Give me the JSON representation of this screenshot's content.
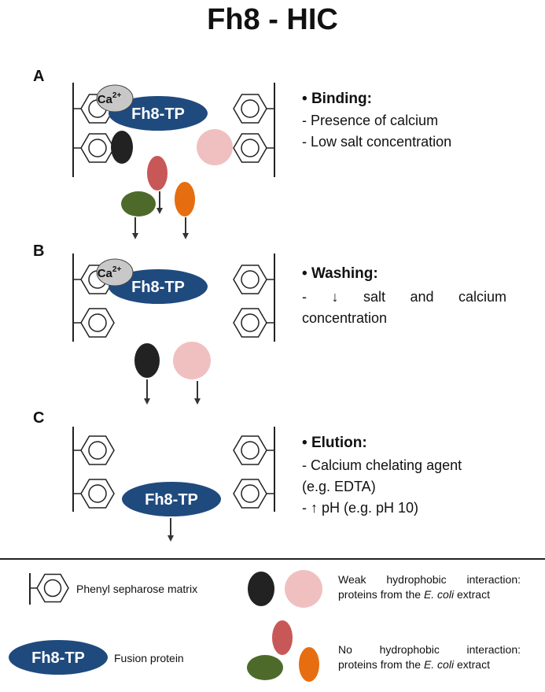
{
  "title": "Fh8 - HIC",
  "fusion_label": "Fh8-TP",
  "calcium": {
    "base": "Ca",
    "sup": "2+"
  },
  "steps": [
    {
      "letter": "A",
      "heading": "Binding:",
      "lines": [
        "- Presence of calcium",
        "- Low salt concentration"
      ]
    },
    {
      "letter": "B",
      "heading": "Washing:",
      "lines": [
        "- ↓ salt and calcium",
        "concentration"
      ]
    },
    {
      "letter": "C",
      "heading": "Elution:",
      "lines": [
        "- Calcium chelating agent",
        "(e.g. EDTA)",
        "- ↑ pH (e.g. pH 10)"
      ]
    }
  ],
  "legend": {
    "matrix": "Phenyl sepharose matrix",
    "fusion": "Fusion protein",
    "weak": {
      "line1": "Weak hydrophobic interaction:",
      "line2_pre": "proteins from the ",
      "line2_em": "E. coli",
      "line2_post": " extract"
    },
    "none": {
      "line1": "No hydrophobic interaction:",
      "line2_pre": "proteins from the ",
      "line2_em": "E. coli",
      "line2_post": " extract"
    }
  },
  "colors": {
    "fusion": "#1f4a7e",
    "calcium": "#c8c8c8",
    "black_protein": "#222222",
    "pink_protein": "#f0c0c0",
    "red_protein": "#c85858",
    "orange_protein": "#e66e10",
    "green_protein": "#4d6a2a",
    "line": "#333333"
  }
}
